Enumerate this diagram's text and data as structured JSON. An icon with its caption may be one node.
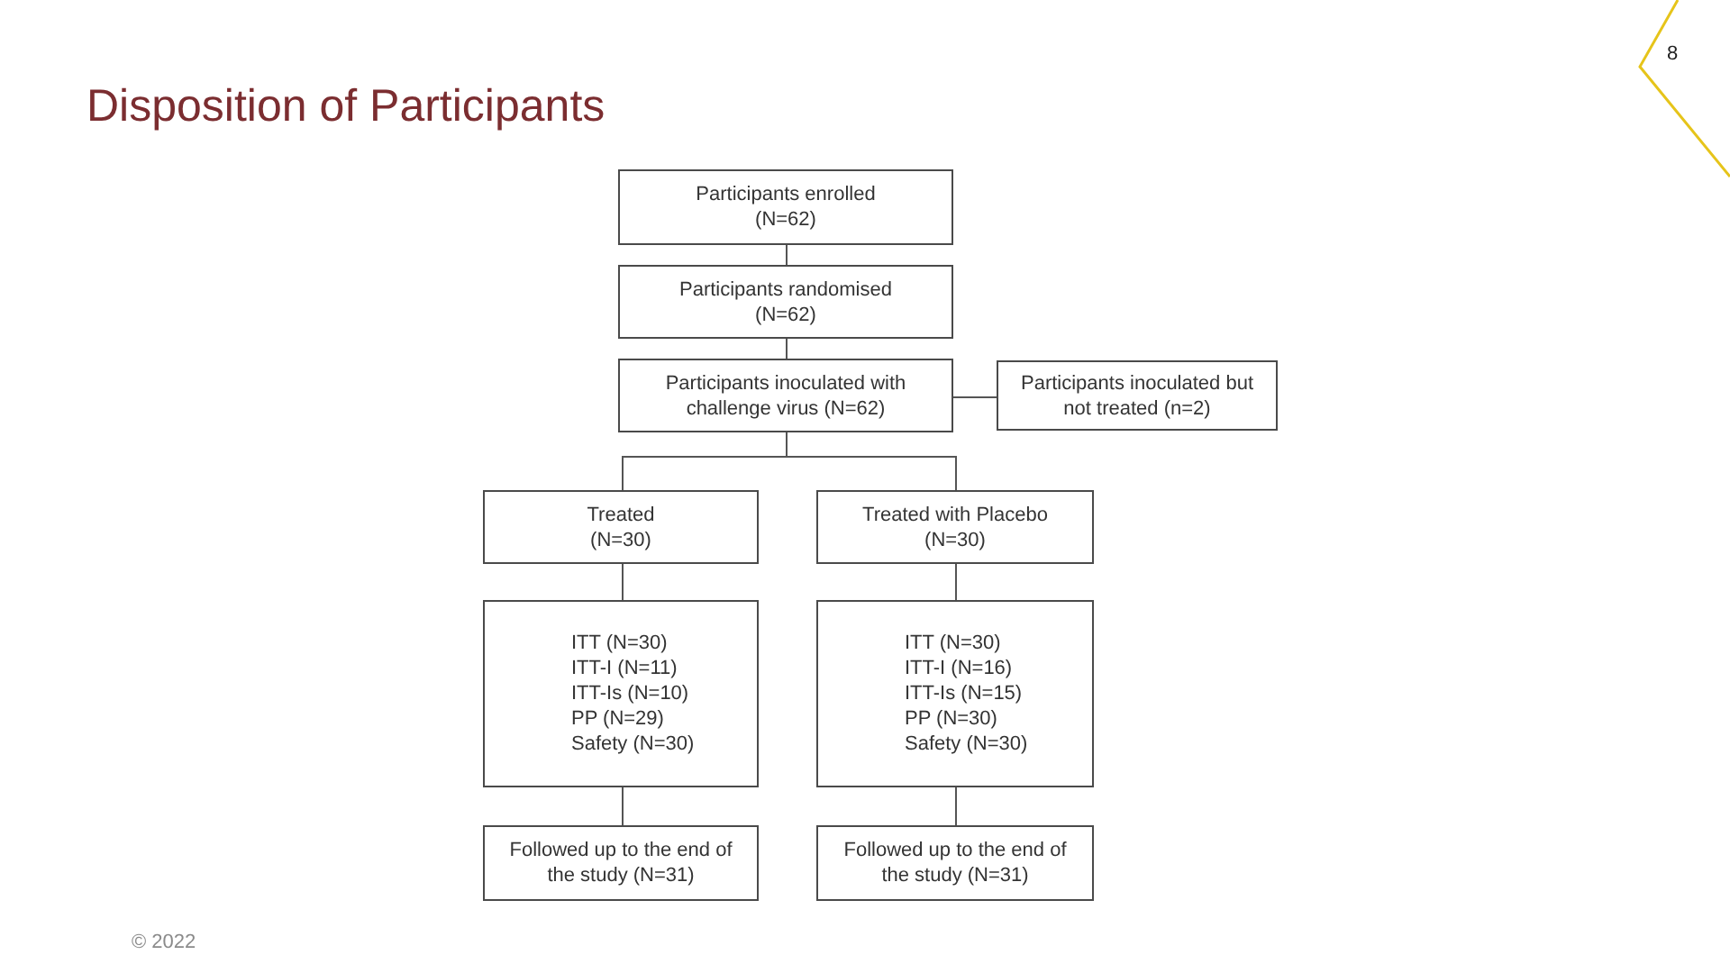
{
  "diagram": {
    "title": "Disposition of Participants",
    "nodes": [
      {
        "text": [
          "Participants enrolled (N=62)"
        ]
      },
      {
        "text": [
          "Participants randomised (N=62)"
        ]
      },
      {
        "text": [
          "Participants inoculated with challenge virus (N=62)"
        ]
      },
      {
        "text": [
          "Participants inoculated but not treated (n=2)"
        ]
      },
      {
        "text": [
          "Treated (N=30)"
        ]
      },
      {
        "text": [
          "Treated with Placebo (N=30)"
        ]
      },
      {
        "text": [
          "ITT (N=30)",
          "ITT-I (N=11)",
          "ITT-Is (N=10)",
          "PP (N=29)",
          "Safety (N=30)"
        ]
      },
      {
        "text": [
          "ITT (N=30)",
          "ITT-I (N=16)",
          "ITT-Is (N=15)",
          "PP (N=30)",
          "Safety (N=30)"
        ]
      },
      {
        "text": [
          "Followed up to the end of the study (N=31)"
        ]
      },
      {
        "text": [
          "Followed up to the end of the study (N=31)"
        ]
      }
    ],
    "edges": [
      {
        "from": 0,
        "to": 1,
        "arrow": "none"
      },
      {
        "from": 1,
        "to": 2,
        "arrow": "none"
      },
      {
        "from": 2,
        "to": 3,
        "arrow": "none"
      },
      {
        "from": 2,
        "to": 4,
        "arrow": "none"
      },
      {
        "from": 2,
        "to": 5,
        "arrow": "none"
      },
      {
        "from": 4,
        "to": 6,
        "arrow": "none"
      },
      {
        "from": 5,
        "to": 7,
        "arrow": "none"
      },
      {
        "from": 6,
        "to": 8,
        "arrow": "none"
      },
      {
        "from": 7,
        "to": 9,
        "arrow": "none"
      }
    ],
    "labels": [
      "8",
      "© 2022"
    ]
  }
}
